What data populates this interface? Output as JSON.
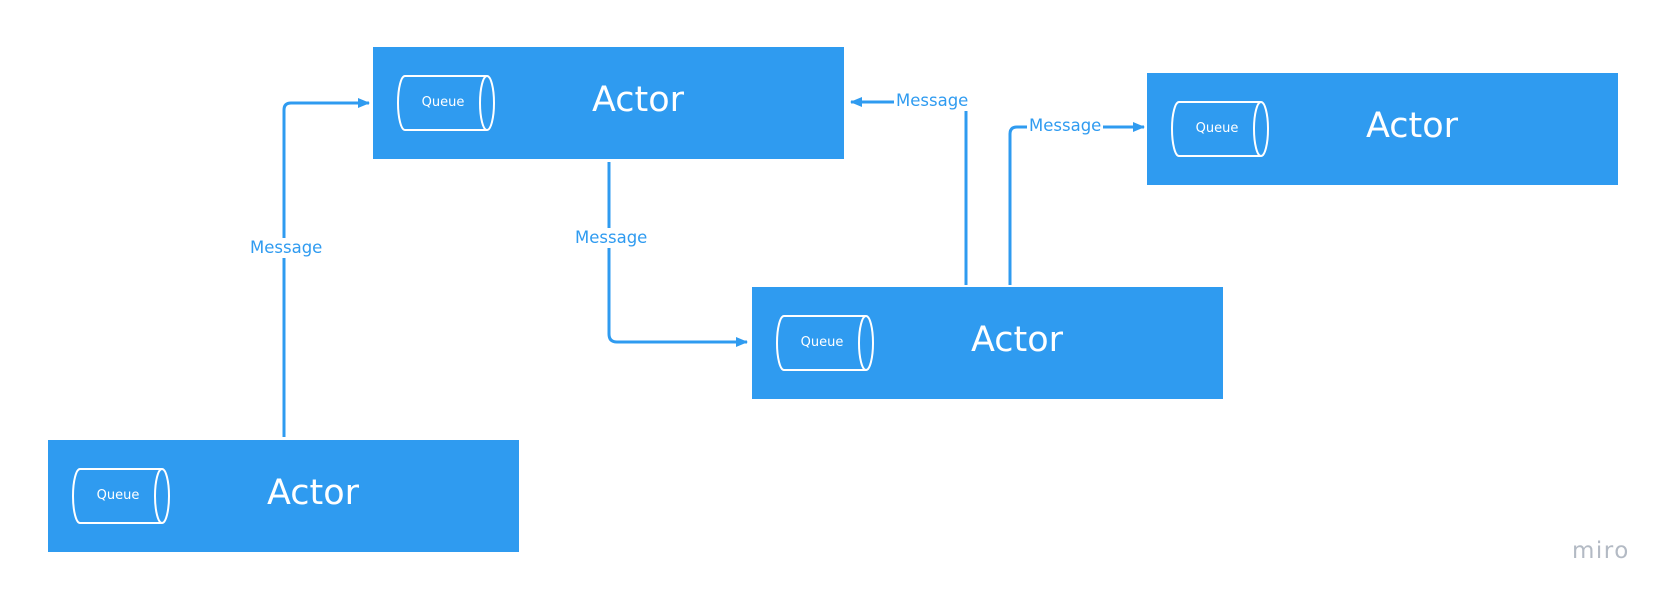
{
  "diagram": {
    "actors": [
      {
        "id": "actor-top",
        "label": "Actor",
        "queue_label": "Queue"
      },
      {
        "id": "actor-right",
        "label": "Actor",
        "queue_label": "Queue"
      },
      {
        "id": "actor-middle",
        "label": "Actor",
        "queue_label": "Queue"
      },
      {
        "id": "actor-bottom-left",
        "label": "Actor",
        "queue_label": "Queue"
      }
    ],
    "messages": [
      {
        "label": "Message",
        "from": "actor-bottom-left",
        "to": "actor-top"
      },
      {
        "label": "Message",
        "from": "actor-top",
        "to": "actor-middle"
      },
      {
        "label": "Message",
        "from": "actor-middle",
        "to": "actor-top"
      },
      {
        "label": "Message",
        "from": "actor-middle",
        "to": "actor-right"
      }
    ]
  },
  "colors": {
    "actor_fill": "#2f9bf0",
    "connector": "#2f9bf0",
    "text_on_actor": "#ffffff",
    "watermark": "#b3bac4"
  },
  "watermark": "miro"
}
